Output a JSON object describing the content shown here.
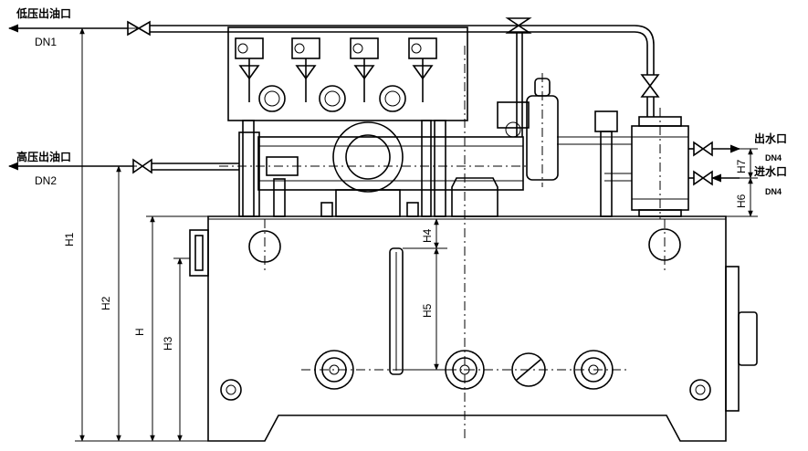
{
  "ports": {
    "low_pressure_outlet": {
      "label": "低压出油口",
      "size": "DN1"
    },
    "high_pressure_outlet": {
      "label": "高压出油口",
      "size": "DN2"
    },
    "water_outlet": {
      "label": "出水口",
      "size": "DN4"
    },
    "water_inlet": {
      "label": "进水口",
      "size": "DN4"
    }
  },
  "dimensions": {
    "h1": "H1",
    "h2": "H2",
    "h": "H",
    "h3": "H3",
    "h4": "H4",
    "h5": "H5",
    "h6": "H6",
    "h7": "H7"
  }
}
